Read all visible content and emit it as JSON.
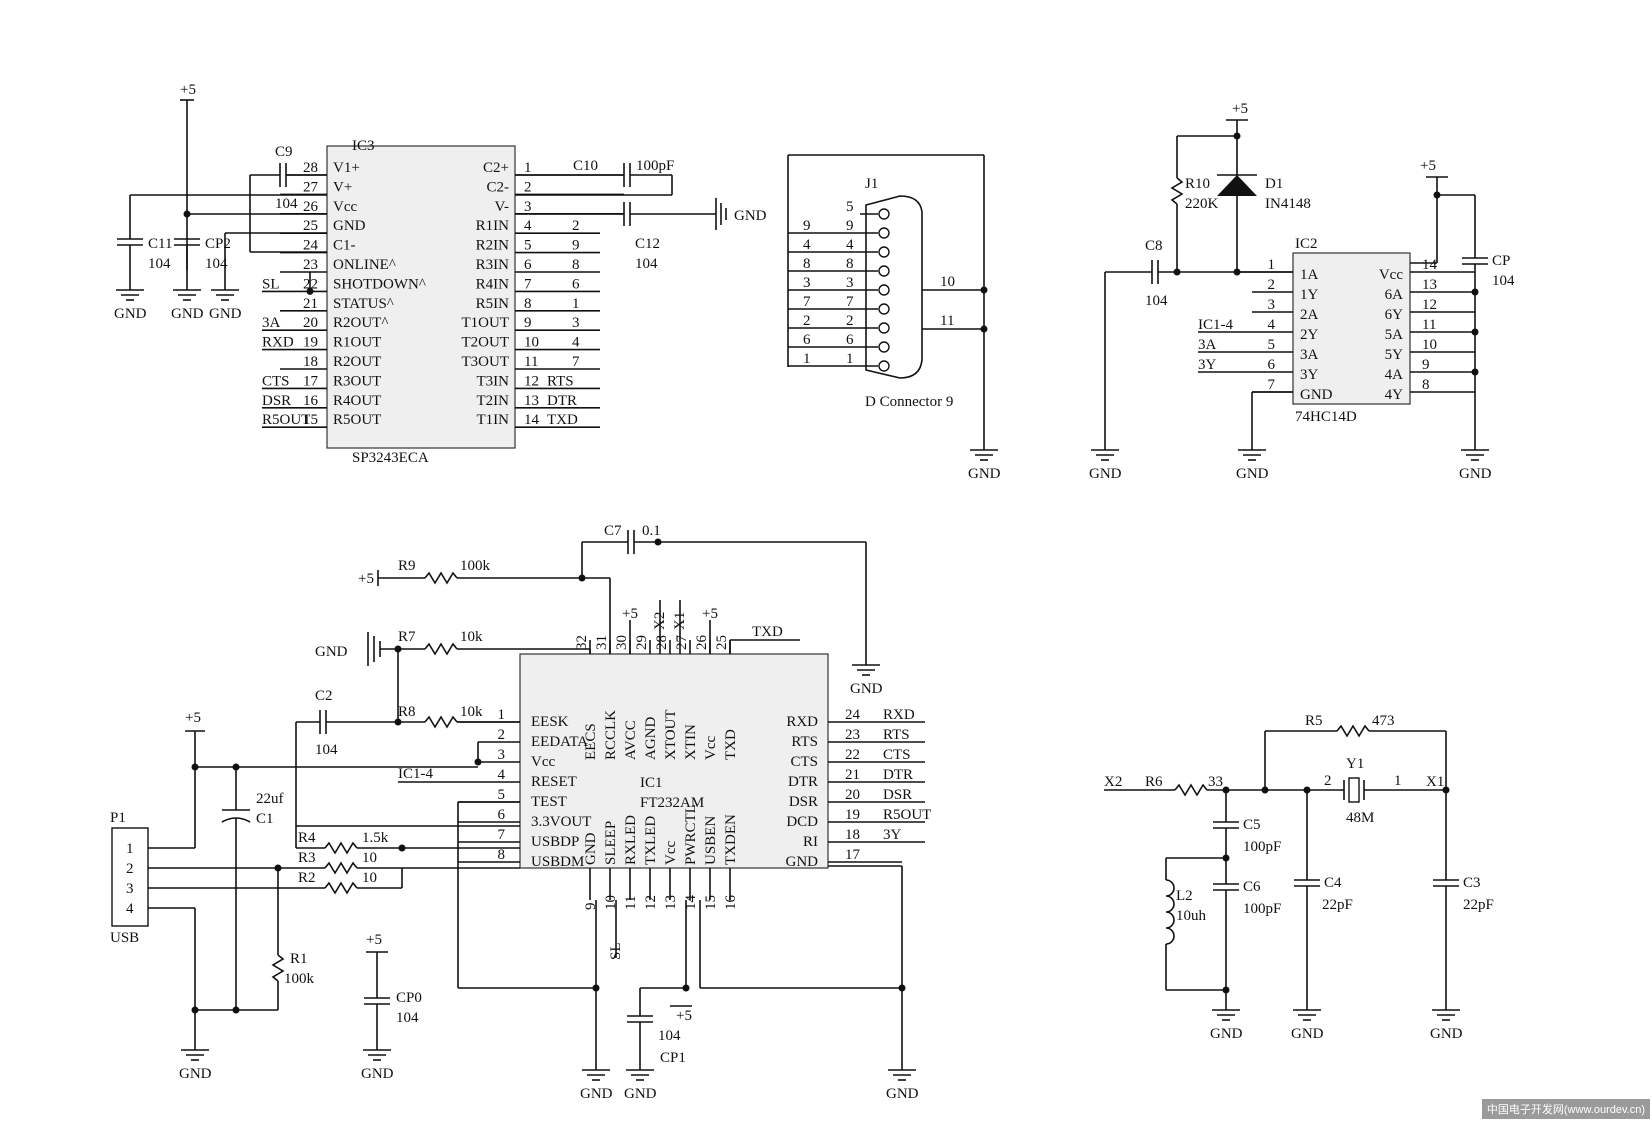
{
  "diagram": {
    "ic3": {
      "designator": "IC3",
      "part": "SP3243ECA",
      "left_pins": [
        {
          "num": "28",
          "name": "V1+"
        },
        {
          "num": "27",
          "name": "V+"
        },
        {
          "num": "26",
          "name": "Vcc"
        },
        {
          "num": "25",
          "name": "GND"
        },
        {
          "num": "24",
          "name": "C1-"
        },
        {
          "num": "23",
          "name": "ONLINE^"
        },
        {
          "num": "22",
          "name": "SHOTDOWN^"
        },
        {
          "num": "21",
          "name": "STATUS^"
        },
        {
          "num": "20",
          "name": "R2OUT^"
        },
        {
          "num": "19",
          "name": "R1OUT"
        },
        {
          "num": "18",
          "name": "R2OUT"
        },
        {
          "num": "17",
          "name": "R3OUT"
        },
        {
          "num": "16",
          "name": "R4OUT"
        },
        {
          "num": "15",
          "name": "R5OUT"
        }
      ],
      "right_pins": [
        {
          "num": "1",
          "name": "C2+"
        },
        {
          "num": "2",
          "name": "C2-"
        },
        {
          "num": "3",
          "name": "V-"
        },
        {
          "num": "4",
          "name": "R1IN"
        },
        {
          "num": "5",
          "name": "R2IN"
        },
        {
          "num": "6",
          "name": "R3IN"
        },
        {
          "num": "7",
          "name": "R4IN"
        },
        {
          "num": "8",
          "name": "R5IN"
        },
        {
          "num": "9",
          "name": "T1OUT"
        },
        {
          "num": "10",
          "name": "T2OUT"
        },
        {
          "num": "11",
          "name": "T3OUT"
        },
        {
          "num": "12",
          "name": "T3IN"
        },
        {
          "num": "13",
          "name": "T2IN"
        },
        {
          "num": "14",
          "name": "T1IN"
        }
      ],
      "left_nets": [
        "SL",
        "3A",
        "RXD",
        "CTS",
        "DSR",
        "R5OUT"
      ],
      "right_nets": [
        "RTS",
        "DTR",
        "TXD"
      ],
      "right_conn_nums": [
        "2",
        "9",
        "8",
        "6",
        "1",
        "3",
        "4",
        "7"
      ]
    },
    "caps_top": [
      {
        "ref": "C9",
        "value": "104"
      },
      {
        "ref": "C11",
        "value": "104"
      },
      {
        "ref": "CP2",
        "value": "104"
      },
      {
        "ref": "C10",
        "value": "100pF"
      },
      {
        "ref": "C12",
        "value": "104"
      }
    ],
    "j1": {
      "designator": "J1",
      "part": "D Connector 9",
      "pin_numbers": [
        "5",
        "9",
        "4",
        "8",
        "3",
        "7",
        "2",
        "6",
        "1"
      ],
      "lead_numbers": [
        "9",
        "4",
        "8",
        "3",
        "7",
        "2",
        "6",
        "1"
      ],
      "right_pins": [
        "10",
        "11"
      ]
    },
    "ic2": {
      "designator": "IC2",
      "part": "74HC14D",
      "left_pins": [
        {
          "num": "1",
          "name": "1A"
        },
        {
          "num": "2",
          "name": "1Y"
        },
        {
          "num": "3",
          "name": "2A"
        },
        {
          "num": "4",
          "name": "2Y"
        },
        {
          "num": "5",
          "name": "3A"
        },
        {
          "num": "6",
          "name": "3Y"
        },
        {
          "num": "7",
          "name": "GND"
        }
      ],
      "right_pins": [
        {
          "num": "14",
          "name": "Vcc"
        },
        {
          "num": "13",
          "name": "6A"
        },
        {
          "num": "12",
          "name": "6Y"
        },
        {
          "num": "11",
          "name": "5A"
        },
        {
          "num": "10",
          "name": "5Y"
        },
        {
          "num": "9",
          "name": "4A"
        },
        {
          "num": "8",
          "name": "4Y"
        }
      ],
      "nets": [
        "IC1-4",
        "3A",
        "3Y"
      ]
    },
    "top_right_parts": {
      "r10": {
        "ref": "R10",
        "value": "220K"
      },
      "d1": {
        "ref": "D1",
        "value": "IN4148"
      },
      "c8": {
        "ref": "C8",
        "value": "104"
      },
      "cp": {
        "ref": "CP",
        "value": "104"
      }
    },
    "ic1": {
      "designator": "IC1",
      "part": "FT232AM",
      "left_pins": [
        {
          "num": "1",
          "name": "EESK"
        },
        {
          "num": "2",
          "name": "EEDATA"
        },
        {
          "num": "3",
          "name": "Vcc"
        },
        {
          "num": "4",
          "name": "RESET"
        },
        {
          "num": "5",
          "name": "TEST"
        },
        {
          "num": "6",
          "name": "3.3VOUT"
        },
        {
          "num": "7",
          "name": "USBDP"
        },
        {
          "num": "8",
          "name": "USBDM"
        }
      ],
      "right_pins": [
        {
          "num": "24",
          "name": "RXD",
          "net": "RXD"
        },
        {
          "num": "23",
          "name": "RTS",
          "net": "RTS"
        },
        {
          "num": "22",
          "name": "CTS",
          "net": "CTS"
        },
        {
          "num": "21",
          "name": "DTR",
          "net": "DTR"
        },
        {
          "num": "20",
          "name": "DSR",
          "net": "DSR"
        },
        {
          "num": "19",
          "name": "DCD",
          "net": "R5OUT"
        },
        {
          "num": "18",
          "name": "RI",
          "net": "3Y"
        },
        {
          "num": "17",
          "name": "GND",
          "net": ""
        }
      ],
      "top_pins": [
        {
          "num": "32",
          "name": "EECS"
        },
        {
          "num": "31",
          "name": "RCCLK"
        },
        {
          "num": "30",
          "name": "AVCC"
        },
        {
          "num": "29",
          "name": "AGND"
        },
        {
          "num": "28",
          "name": "XTOUT"
        },
        {
          "num": "27",
          "name": "XTIN"
        },
        {
          "num": "26",
          "name": "Vcc"
        },
        {
          "num": "25",
          "name": "TXD"
        }
      ],
      "bottom_pins": [
        {
          "num": "9",
          "name": "GND"
        },
        {
          "num": "10",
          "name": "SLEEP"
        },
        {
          "num": "11",
          "name": "RXLED"
        },
        {
          "num": "12",
          "name": "TXLED"
        },
        {
          "num": "13",
          "name": "Vcc"
        },
        {
          "num": "14",
          "name": "PWRCTL"
        },
        {
          "num": "15",
          "name": "USBEN"
        },
        {
          "num": "16",
          "name": "TXDEN"
        }
      ],
      "top_nets": [
        "+5",
        "X2",
        "X1",
        "+5",
        "TXD"
      ],
      "bottom_net": "SL"
    },
    "bottom_left_parts": {
      "c7": {
        "ref": "C7",
        "value": "0.1"
      },
      "r9": {
        "ref": "R9",
        "value": "100k"
      },
      "r7": {
        "ref": "R7",
        "value": "10k"
      },
      "r8": {
        "ref": "R8",
        "value": "10k"
      },
      "c2": {
        "ref": "C2",
        "value": "104"
      },
      "c1": {
        "ref": "C1",
        "value": "22uf"
      },
      "r4": {
        "ref": "R4",
        "value": "1.5k"
      },
      "r3": {
        "ref": "R3",
        "value": "10"
      },
      "r2": {
        "ref": "R2",
        "value": "10"
      },
      "r1": {
        "ref": "R1",
        "value": "100k"
      },
      "cp0": {
        "ref": "CP0",
        "value": "104"
      },
      "cp1": {
        "ref": "CP1",
        "value": "104"
      },
      "ic1_4": "IC1-4"
    },
    "p1": {
      "designator": "P1",
      "label": "USB",
      "pins": [
        "1",
        "2",
        "3",
        "4"
      ]
    },
    "osc": {
      "r5": {
        "ref": "R5",
        "value": "473"
      },
      "r6": {
        "ref": "R6",
        "value": "33"
      },
      "y1": {
        "ref": "Y1",
        "value": "48M",
        "pin_a": "2",
        "pin_b": "1"
      },
      "c5": {
        "ref": "C5",
        "value": "100pF"
      },
      "c6": {
        "ref": "C6",
        "value": "100pF"
      },
      "l2": {
        "ref": "L2",
        "value": "10uh"
      },
      "c4": {
        "ref": "C4",
        "value": "22pF"
      },
      "c3": {
        "ref": "C3",
        "value": "22pF"
      },
      "x2": "X2",
      "x1": "X1"
    },
    "net_labels": {
      "gnd": "GND",
      "vcc": "+5"
    },
    "watermark": "中国电子开发网(www.ourdev.cn)"
  }
}
